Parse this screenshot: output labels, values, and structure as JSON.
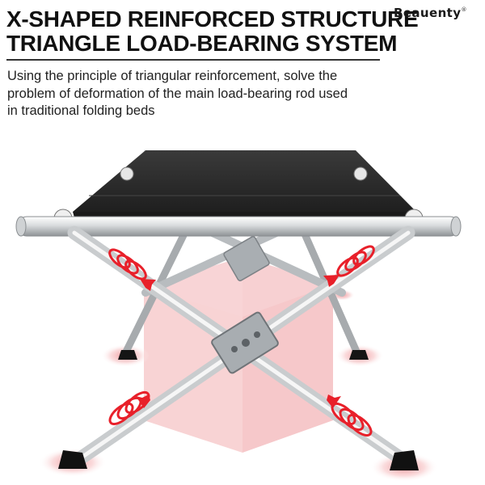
{
  "heading": {
    "line1": "X-SHAPED REINFORCED STRUCTURE",
    "line2": "TRIANGLE LOAD-BEARING SYSTEM"
  },
  "brand": {
    "name": "Beauenty",
    "mark": "®"
  },
  "description": {
    "line1": "Using the principle of triangular reinforcement, solve the",
    "line2": "problem of deformation of the main load-bearing rod used",
    "line3": "in traditional folding beds"
  },
  "colors": {
    "text": "#111111",
    "fabric": "#2b2b2b",
    "frame": "#d4d6d8",
    "accent": "#e8202a",
    "zone": "#f3b8ba"
  },
  "icons": [
    "folding-cot-icon",
    "arrow-icon",
    "force-ring-icon"
  ]
}
